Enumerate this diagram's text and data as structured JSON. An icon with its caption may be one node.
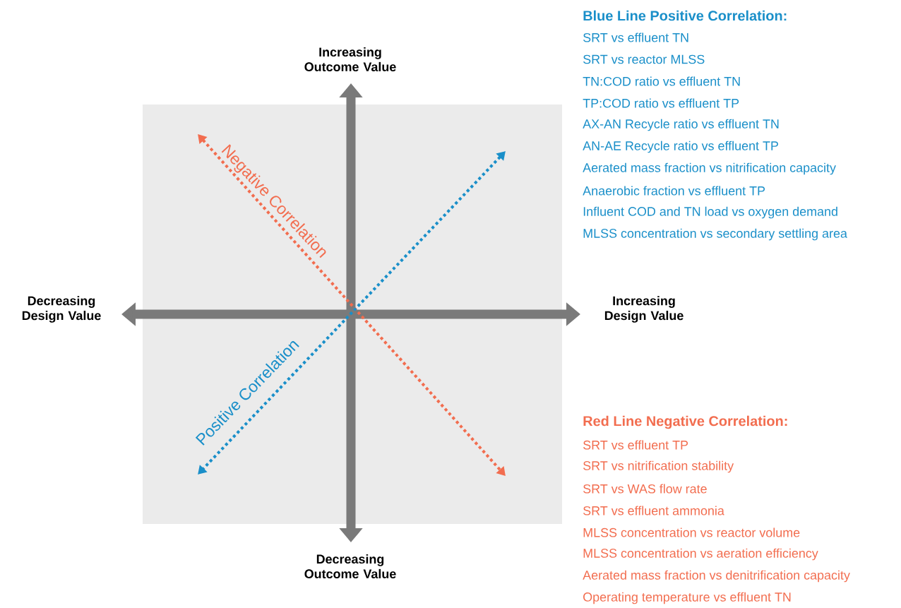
{
  "diagram": {
    "labels": [
      "Increasing Outcome Value",
      "Decreasing Design Value",
      "Increasing Design Value",
      "Decreasing Outcome Value",
      "Negative Correlation",
      "Positive Correlation",
      "Blue Line Positive Correlation:",
      "SRT vs effluent TN",
      "SRT vs reactor MLSS",
      "TN:COD ratio vs effluent TN",
      "TP:COD ratio vs effluent TP",
      "AX-AN Recycle ratio vs effluent TN",
      "AN-AE Recycle ratio vs effluent TP",
      "Aerated mass fraction vs nitrification capacity",
      "Anaerobic fraction vs effluent TP",
      "Influent COD and TN load vs oxygen demand",
      "MLSS concentration vs secondary settling area",
      "Red Line Negative Correlation:",
      "SRT vs effluent TP",
      "SRT vs nitrification stability",
      "SRT vs WAS flow rate",
      "SRT vs effluent ammonia",
      "MLSS concentration vs reactor volume",
      "MLSS concentration vs aeration efficiency",
      "Aerated mass fraction vs denitrification capacity",
      "Operating temperature vs effluent TN"
    ]
  }
}
